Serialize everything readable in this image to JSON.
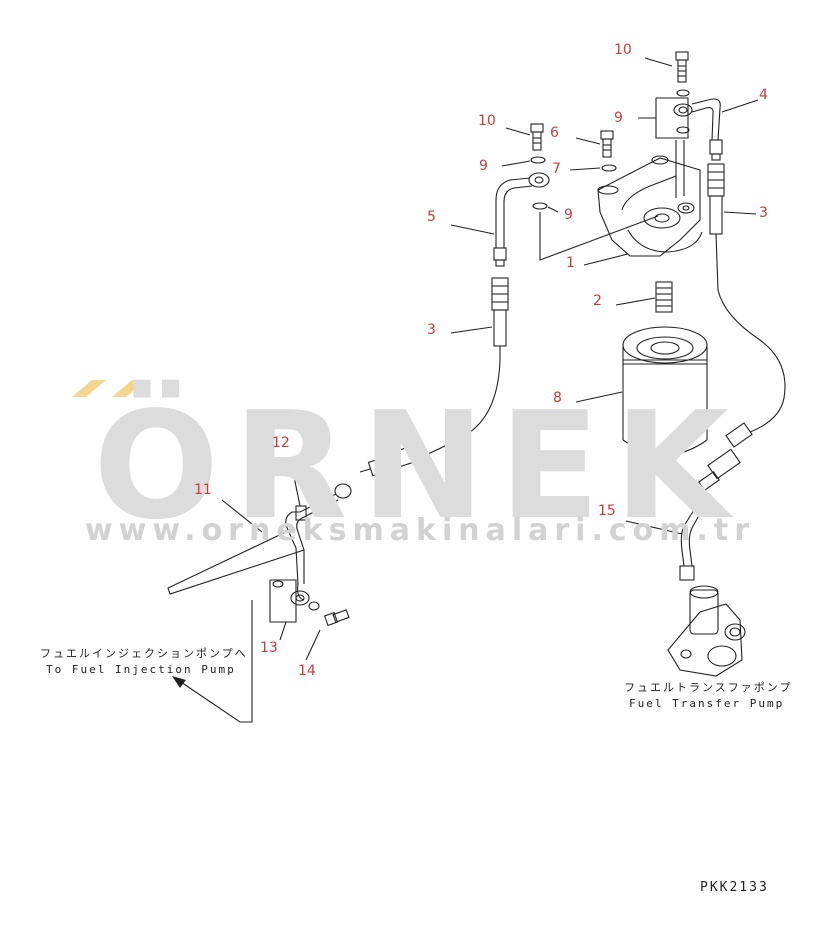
{
  "watermark": {
    "brand": "ÖRNEK",
    "url": "www.orneksmakinalari.com.tr",
    "accent_color": "#f5d590"
  },
  "callouts": {
    "c10a": "10",
    "c4": "4",
    "c9a": "9",
    "c10b": "10",
    "c6": "6",
    "c9b": "9",
    "c7": "7",
    "c9c": "9",
    "c5": "5",
    "c3a": "3",
    "c1": "1",
    "c2": "2",
    "c3b": "3",
    "c8": "8",
    "c12": "12",
    "c11": "11",
    "c15": "15",
    "c13": "13",
    "c14": "14"
  },
  "labels": {
    "injection_jp": "フュエルインジェクションポンプへ",
    "injection_en": "To Fuel Injection Pump",
    "transfer_jp": "フュエルトランスファポンプ",
    "transfer_en": "Fuel Transfer Pump"
  },
  "drawing_code": "PKK2133",
  "colors": {
    "line": "#222222",
    "callout": "#d23a3a",
    "watermark": "#dcdcdc"
  }
}
